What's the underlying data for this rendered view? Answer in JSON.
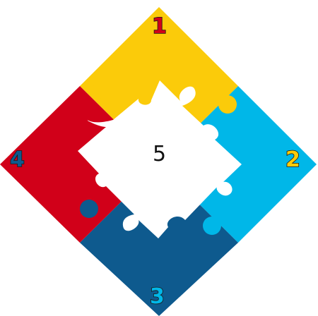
{
  "colors": {
    "piece_1": "#fbcb0a",
    "piece_2": "#00b7e8",
    "piece_3": "#0e5a8e",
    "piece_4": "#d10019",
    "center": "#ffffff",
    "label_1": "#d10019",
    "label_2": "#fbcb0a",
    "label_3": "#00b7e8",
    "label_4": "#0e5a8e"
  },
  "pieces": [
    {
      "id": "1",
      "label": "1"
    },
    {
      "id": "2",
      "label": "2"
    },
    {
      "id": "3",
      "label": "3"
    },
    {
      "id": "4",
      "label": "4"
    }
  ],
  "center_piece": {
    "label": "5"
  }
}
